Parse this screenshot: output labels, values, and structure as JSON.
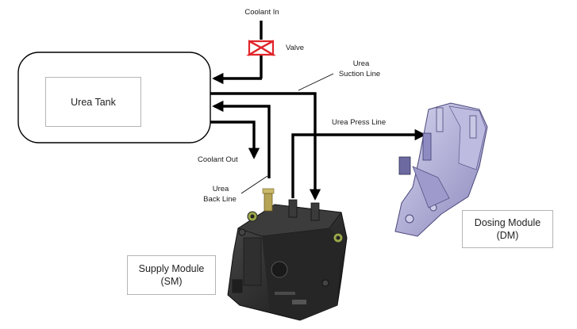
{
  "labels": {
    "coolant_in": "Coolant In",
    "valve": "Valve",
    "urea_suction_1": "Urea",
    "urea_suction_2": "Suction Line",
    "urea_press_line": "Urea Press Line",
    "coolant_out": "Coolant Out",
    "urea_back_1": "Urea",
    "urea_back_2": "Back Line"
  },
  "boxes": {
    "urea_tank": "Urea Tank",
    "supply_module_1": "Supply Module",
    "supply_module_2": "(SM)",
    "dosing_module_1": "Dosing Module",
    "dosing_module_2": "(DM)"
  },
  "colors": {
    "line": "#000000",
    "valve": "#e0252b",
    "module_body": "#2b2b2b",
    "dosing_body": "#a9a7cf"
  }
}
